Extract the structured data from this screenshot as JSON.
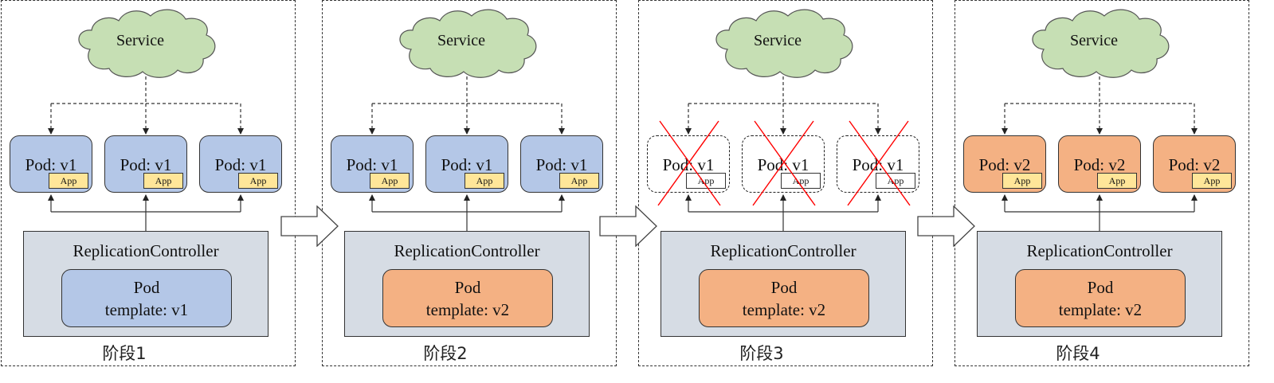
{
  "colors": {
    "service_fill": "#c6dfb4",
    "pod_v1": "#b4c7e7",
    "pod_v2": "#f4b183",
    "app_fill": "#ffe699",
    "rc_fill": "#d6dce4",
    "cross": "#ff0000"
  },
  "stages": [
    {
      "label": "阶段1",
      "service": "Service",
      "pods": [
        {
          "label": "Pod: v1",
          "app": "App",
          "version": "v1",
          "state": "running"
        },
        {
          "label": "Pod: v1",
          "app": "App",
          "version": "v1",
          "state": "running"
        },
        {
          "label": "Pod: v1",
          "app": "App",
          "version": "v1",
          "state": "running"
        }
      ],
      "rc": {
        "title": "ReplicationController",
        "template_line1": "Pod",
        "template_line2": "template: v1",
        "template_version": "v1"
      }
    },
    {
      "label": "阶段2",
      "service": "Service",
      "pods": [
        {
          "label": "Pod: v1",
          "app": "App",
          "version": "v1",
          "state": "running"
        },
        {
          "label": "Pod: v1",
          "app": "App",
          "version": "v1",
          "state": "running"
        },
        {
          "label": "Pod: v1",
          "app": "App",
          "version": "v1",
          "state": "running"
        }
      ],
      "rc": {
        "title": "ReplicationController",
        "template_line1": "Pod",
        "template_line2": "template: v2",
        "template_version": "v2"
      }
    },
    {
      "label": "阶段3",
      "service": "Service",
      "pods": [
        {
          "label": "Pod: v1",
          "app": "App",
          "version": "v1",
          "state": "deleted"
        },
        {
          "label": "Pod: v1",
          "app": "App",
          "version": "v1",
          "state": "deleted"
        },
        {
          "label": "Pod: v1",
          "app": "App",
          "version": "v1",
          "state": "deleted"
        }
      ],
      "rc": {
        "title": "ReplicationController",
        "template_line1": "Pod",
        "template_line2": "template: v2",
        "template_version": "v2"
      }
    },
    {
      "label": "阶段4",
      "service": "Service",
      "pods": [
        {
          "label": "Pod: v2",
          "app": "App",
          "version": "v2",
          "state": "running"
        },
        {
          "label": "Pod: v2",
          "app": "App",
          "version": "v2",
          "state": "running"
        },
        {
          "label": "Pod: v2",
          "app": "App",
          "version": "v2",
          "state": "running"
        }
      ],
      "rc": {
        "title": "ReplicationController",
        "template_line1": "Pod",
        "template_line2": "template: v2",
        "template_version": "v2"
      }
    }
  ]
}
